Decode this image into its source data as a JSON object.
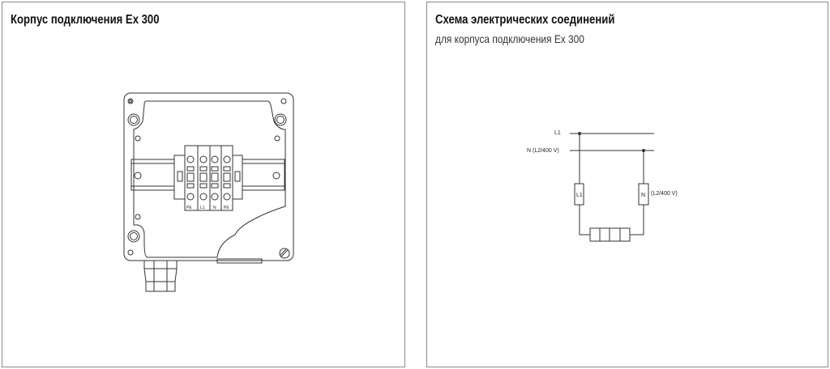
{
  "left_panel": {
    "title": "Корпус подключения Ex 300",
    "terminal_labels": [
      "PE",
      "L1",
      "N",
      "PE"
    ]
  },
  "right_panel": {
    "title": "Схема электрических соединений",
    "subtitle": "для корпуса подключения Ex 300",
    "diagram": {
      "line_l1_label": "L1",
      "line_n_label": "N (L2/400 V)",
      "box_l1_label": "L1",
      "box_n_label": "N",
      "box_n_note": "(L2/400 V)"
    }
  },
  "colors": {
    "line": "#333333",
    "border": "#8a8a8a"
  }
}
